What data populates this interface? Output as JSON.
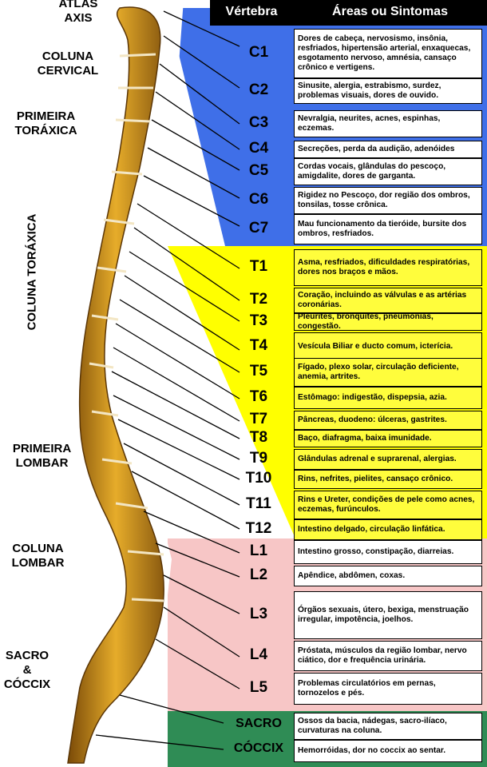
{
  "header": {
    "col_vertebra": "Vértebra",
    "col_areas": "Áreas ou Sintomas"
  },
  "region_labels": {
    "atlas": "ATLAS",
    "axis": "AXIS",
    "cervical": [
      "COLUNA",
      "CERVICAL"
    ],
    "primeira_toracica": [
      "PRIMEIRA",
      "TORÁXICA"
    ],
    "coluna_toracica": "COLUNA TORÁXICA",
    "primeira_lombar": [
      "PRIMEIRA",
      "LOMBAR"
    ],
    "coluna_lombar": [
      "COLUNA",
      "LOMBAR"
    ],
    "sacro_coccix": [
      "SACRO",
      "&",
      "CÓCCIX"
    ]
  },
  "colors": {
    "cervical": "#3f6fe8",
    "thoracic": "#ffff00",
    "lumbar": "#f7c6c6",
    "sacral": "#2f8c55",
    "bone": "#d9a021"
  },
  "vertebrae": [
    {
      "id": "C1",
      "group": "cervical",
      "symptoms": "Dores de cabeça, nervosismo, insônia, resfriados, hipertensão arterial, enxaquecas, esgotamento nervoso, amnésia, cansaço crônico e vertigens."
    },
    {
      "id": "C2",
      "group": "cervical",
      "symptoms": "Sinusite, alergia, estrabismo, surdez, problemas visuais, dores de ouvido."
    },
    {
      "id": "C3",
      "group": "cervical",
      "symptoms": "Nevralgia, neurites, acnes, espinhas, eczemas."
    },
    {
      "id": "C4",
      "group": "cervical",
      "symptoms": "Secreções, perda da audição, adenóides"
    },
    {
      "id": "C5",
      "group": "cervical",
      "symptoms": "Cordas vocais, glândulas do pescoço, amigdalite, dores de garganta."
    },
    {
      "id": "C6",
      "group": "cervical",
      "symptoms": "Rigidez no Pescoço, dor região dos ombros, tonsilas, tosse crônica."
    },
    {
      "id": "C7",
      "group": "cervical",
      "symptoms": "Mau funcionamento da tieróide, bursite dos ombros, resfriados."
    },
    {
      "id": "T1",
      "group": "thoracic",
      "symptoms": "Asma, resfriados, dificuldades respiratórias, dores nos braços e mãos."
    },
    {
      "id": "T2",
      "group": "thoracic",
      "symptoms": "Coração, incluindo as válvulas e as artérias coronárias."
    },
    {
      "id": "T3",
      "group": "thoracic",
      "symptoms": "Pleurites, bronquites, pneumonias, congestão."
    },
    {
      "id": "T4",
      "group": "thoracic",
      "symptoms": "Vesícula Biliar e ducto comum, icterícia."
    },
    {
      "id": "T5",
      "group": "thoracic",
      "symptoms": "Fígado, plexo solar, circulação deficiente, anemia, artrites."
    },
    {
      "id": "T6",
      "group": "thoracic",
      "symptoms": "Estômago: indigestão, dispepsia, azia."
    },
    {
      "id": "T7",
      "group": "thoracic",
      "symptoms": "Pâncreas, duodeno: úlceras, gastrites."
    },
    {
      "id": "T8",
      "group": "thoracic",
      "symptoms": "Baço, diafragma, baixa imunidade."
    },
    {
      "id": "T9",
      "group": "thoracic",
      "symptoms": "Glândulas adrenal e suprarenal, alergias."
    },
    {
      "id": "T10",
      "group": "thoracic",
      "symptoms": "Rins, nefrites, pielites, cansaço crônico."
    },
    {
      "id": "T11",
      "group": "thoracic",
      "symptoms": "Rins e Ureter, condições de pele como acnes, eczemas, furúnculos."
    },
    {
      "id": "T12",
      "group": "thoracic",
      "symptoms": "Intestino delgado, circulação linfática."
    },
    {
      "id": "L1",
      "group": "lumbar",
      "symptoms": "Intestino grosso, constipação, diarreias."
    },
    {
      "id": "L2",
      "group": "lumbar",
      "symptoms": "Apêndice, abdômen, coxas."
    },
    {
      "id": "L3",
      "group": "lumbar",
      "symptoms": "Órgãos sexuais, útero, bexiga, menstruação irregular, impotência, joelhos."
    },
    {
      "id": "L4",
      "group": "lumbar",
      "symptoms": "Próstata, músculos da região lombar, nervo ciático, dor e frequência urinária."
    },
    {
      "id": "L5",
      "group": "lumbar",
      "symptoms": "Problemas circulatórios em pernas, tornozelos e pés."
    },
    {
      "id": "SACRO",
      "group": "sacral",
      "symptoms": "Ossos da bacia, nádegas, sacro-ilíaco, curvaturas na coluna."
    },
    {
      "id": "CÓCCIX",
      "group": "sacral",
      "symptoms": "Hemorróidas, dor no coccix ao sentar."
    }
  ]
}
